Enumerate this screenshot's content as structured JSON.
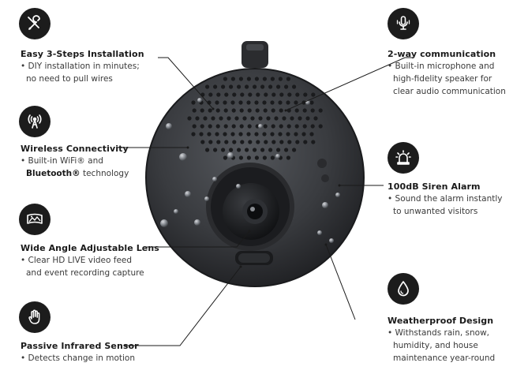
{
  "features": {
    "install": {
      "icon": "wrench-screwdriver-icon",
      "title": "Easy 3-Steps Installation",
      "desc_line1": "• DIY installation in minutes;",
      "desc_line2": "no need to pull wires"
    },
    "wireless": {
      "icon": "wireless-antenna-icon",
      "title": "Wireless Connectivity",
      "desc_line1": "• Built-in WiFi® and",
      "desc_line2_bold": "Bluetooth®",
      "desc_line2_rest": " technology"
    },
    "lens": {
      "icon": "panorama-icon",
      "title": "Wide Angle Adjustable Lens",
      "desc_line1": "• Clear HD LIVE video feed",
      "desc_line2": "and event recording capture"
    },
    "infrared": {
      "icon": "hand-icon",
      "title": "Passive Infrared Sensor",
      "desc_line1": "• Detects change in motion"
    },
    "comm": {
      "icon": "microphone-icon",
      "title": "2-way communication",
      "desc_line1": "• Built-in microphone and",
      "desc_line2": "high-fidelity speaker for",
      "desc_line3": "clear audio communication"
    },
    "siren": {
      "icon": "alarm-bell-icon",
      "title": "100dB Siren Alarm",
      "desc_line1": "• Sound the alarm instantly",
      "desc_line2": "to unwanted visitors"
    },
    "weather": {
      "icon": "water-drop-icon",
      "title": "Weatherproof Design",
      "desc_line1": "• Withstands rain, snow,",
      "desc_line2": "humidity, and house",
      "desc_line3": "maintenance year-round"
    }
  },
  "colors": {
    "icon_bg": "#1c1c1c",
    "camera_body": "#3a3c40",
    "leader_line": "#1a1a1a"
  }
}
